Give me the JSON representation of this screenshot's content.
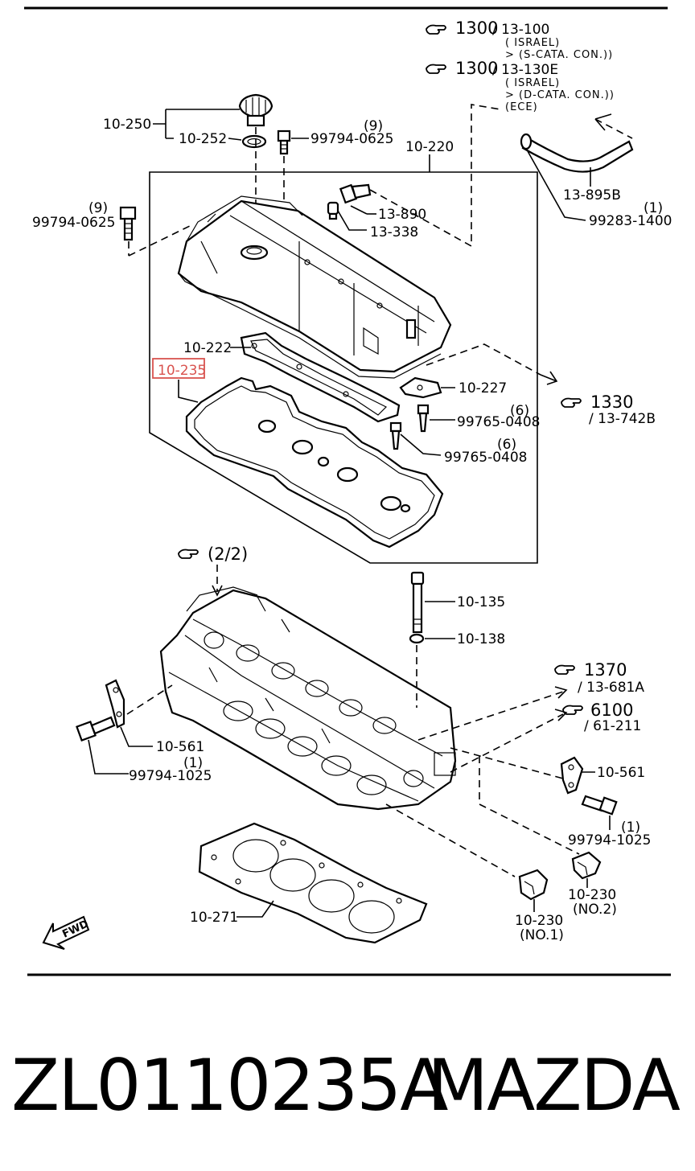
{
  "refs": {
    "r1300a": {
      "num": "1300",
      "code": "13-100",
      "notes": [
        "( ISRAEL)",
        "> (S-CATA. CON.))"
      ]
    },
    "r1300b": {
      "num": "1300",
      "code": "13-130E",
      "notes": [
        "( ISRAEL)",
        "> (D-CATA. CON.))",
        "(ECE)"
      ]
    },
    "r1330": {
      "num": "1330",
      "code": "/ 13-742B"
    },
    "r22": {
      "num": "(2/2)"
    },
    "r1370": {
      "num": "1370",
      "code": "/ 13-681A"
    },
    "r6100": {
      "num": "6100",
      "code": "/ 61-211"
    }
  },
  "labels": {
    "l10250": "10-250",
    "l10252": "10-252",
    "l99794_0625a": "99794-0625",
    "q9a": "(9)",
    "l99794_0625b": "99794-0625",
    "q9b": "(9)",
    "l10220": "10-220",
    "l13890": "13-890",
    "l13338": "13-338",
    "l13895b": "13-895B",
    "l99283": "99283-1400",
    "q1a": "(1)",
    "l10222": "10-222",
    "l10235": "10-235",
    "l10227": "10-227",
    "l99765a": "99765-0408",
    "q6a": "(6)",
    "l99765b": "99765-0408",
    "q6b": "(6)",
    "l10135": "10-135",
    "l10138": "10-138",
    "l10561a": "10-561",
    "l99794_1025a": "99794-1025",
    "q1b": "(1)",
    "l10561b": "10-561",
    "l99794_1025b": "99794-1025",
    "q1c": "(1)",
    "l10271": "10-271",
    "l10230a": "10-230",
    "no1": "(NO.1)",
    "l10230b": "10-230",
    "no2": "(NO.2)",
    "fwd": "FWD"
  },
  "highlight": {
    "color": "#d9534f"
  },
  "footer": {
    "part_number": "ZL0110235A",
    "brand": "MAZDA"
  }
}
